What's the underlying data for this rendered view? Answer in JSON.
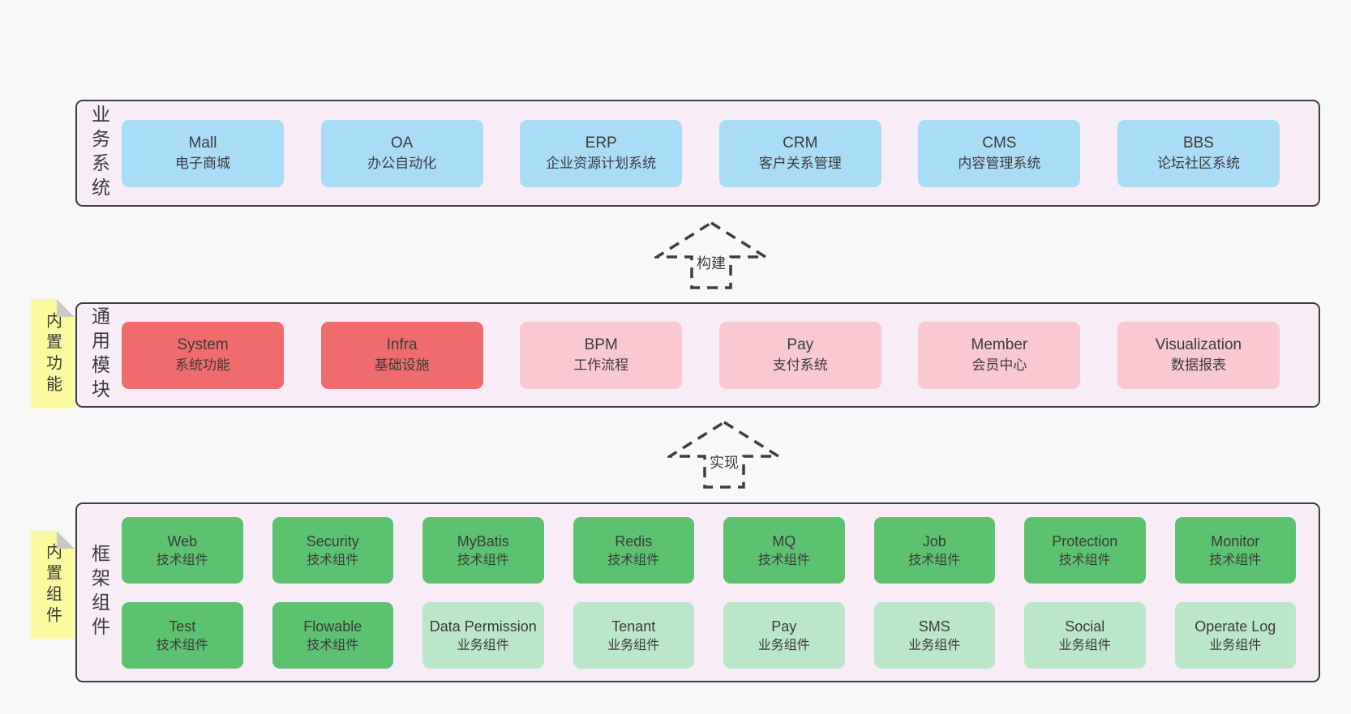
{
  "colors": {
    "page_bg": "#f8f8f8",
    "layer_bg": "#f8edf6",
    "layer_border": "#3f3f3f",
    "blue_box": "#a9dcf6",
    "red_box": "#f06c6c",
    "pink_box": "#f9c8d1",
    "green_box": "#5cc26f",
    "light_green_box": "#bae7c9",
    "sticky_bg": "#fbfa9e",
    "sticky_fold": "#c9c9c9",
    "text": "#3c3c3c"
  },
  "arrows": [
    {
      "label": "构建"
    },
    {
      "label": "实现"
    }
  ],
  "layers": [
    {
      "label": "业务系统",
      "boxes": [
        {
          "name": "Mall",
          "desc": "电子商城"
        },
        {
          "name": "OA",
          "desc": "办公自动化"
        },
        {
          "name": "ERP",
          "desc": "企业资源计划系统"
        },
        {
          "name": "CRM",
          "desc": "客户关系管理"
        },
        {
          "name": "CMS",
          "desc": "内容管理系统"
        },
        {
          "name": "BBS",
          "desc": "论坛社区系统"
        }
      ]
    },
    {
      "label": "通用模块",
      "sticky": "内置功能",
      "boxes": [
        {
          "name": "System",
          "desc": "系统功能"
        },
        {
          "name": "Infra",
          "desc": "基础设施"
        },
        {
          "name": "BPM",
          "desc": "工作流程"
        },
        {
          "name": "Pay",
          "desc": "支付系统"
        },
        {
          "name": "Member",
          "desc": "会员中心"
        },
        {
          "name": "Visualization",
          "desc": "数据报表"
        }
      ]
    },
    {
      "label": "框架组件",
      "sticky": "内置组件",
      "boxes": [
        {
          "name": "Web",
          "desc": "技术组件"
        },
        {
          "name": "Security",
          "desc": "技术组件"
        },
        {
          "name": "MyBatis",
          "desc": "技术组件"
        },
        {
          "name": "Redis",
          "desc": "技术组件"
        },
        {
          "name": "MQ",
          "desc": "技术组件"
        },
        {
          "name": "Job",
          "desc": "技术组件"
        },
        {
          "name": "Protection",
          "desc": "技术组件"
        },
        {
          "name": "Monitor",
          "desc": "技术组件"
        },
        {
          "name": "Test",
          "desc": "技术组件"
        },
        {
          "name": "Flowable",
          "desc": "技术组件"
        },
        {
          "name": "Data Permission",
          "desc": "业务组件"
        },
        {
          "name": "Tenant",
          "desc": "业务组件"
        },
        {
          "name": "Pay",
          "desc": "业务组件"
        },
        {
          "name": "SMS",
          "desc": "业务组件"
        },
        {
          "name": "Social",
          "desc": "业务组件"
        },
        {
          "name": "Operate Log",
          "desc": "业务组件"
        }
      ]
    }
  ]
}
